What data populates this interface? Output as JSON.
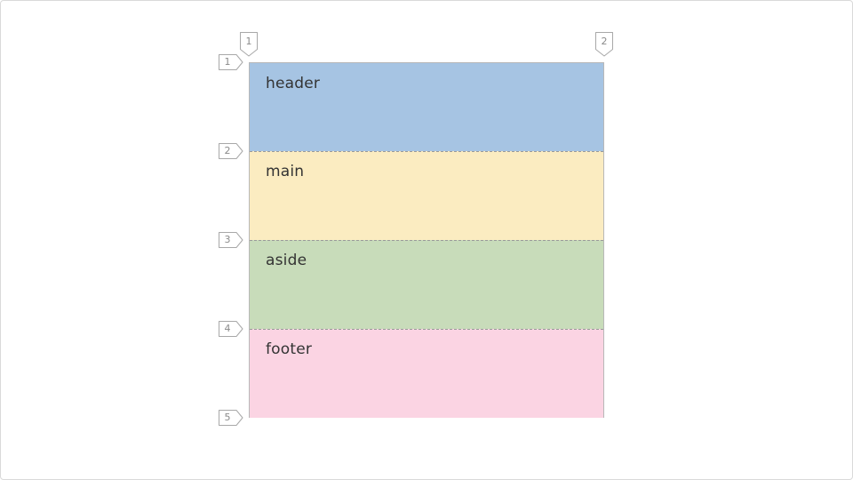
{
  "grid": {
    "areas": [
      {
        "label": "header",
        "color": "#a6c4e3"
      },
      {
        "label": "main",
        "color": "#fbecc1"
      },
      {
        "label": "aside",
        "color": "#c8dcba"
      },
      {
        "label": "footer",
        "color": "#fbd4e3"
      }
    ],
    "row_line_numbers": [
      "1",
      "2",
      "3",
      "4",
      "5"
    ],
    "column_line_numbers": [
      "1",
      "2"
    ],
    "border_color": "#b8b8b8",
    "divider_color": "#9a9a9a"
  }
}
